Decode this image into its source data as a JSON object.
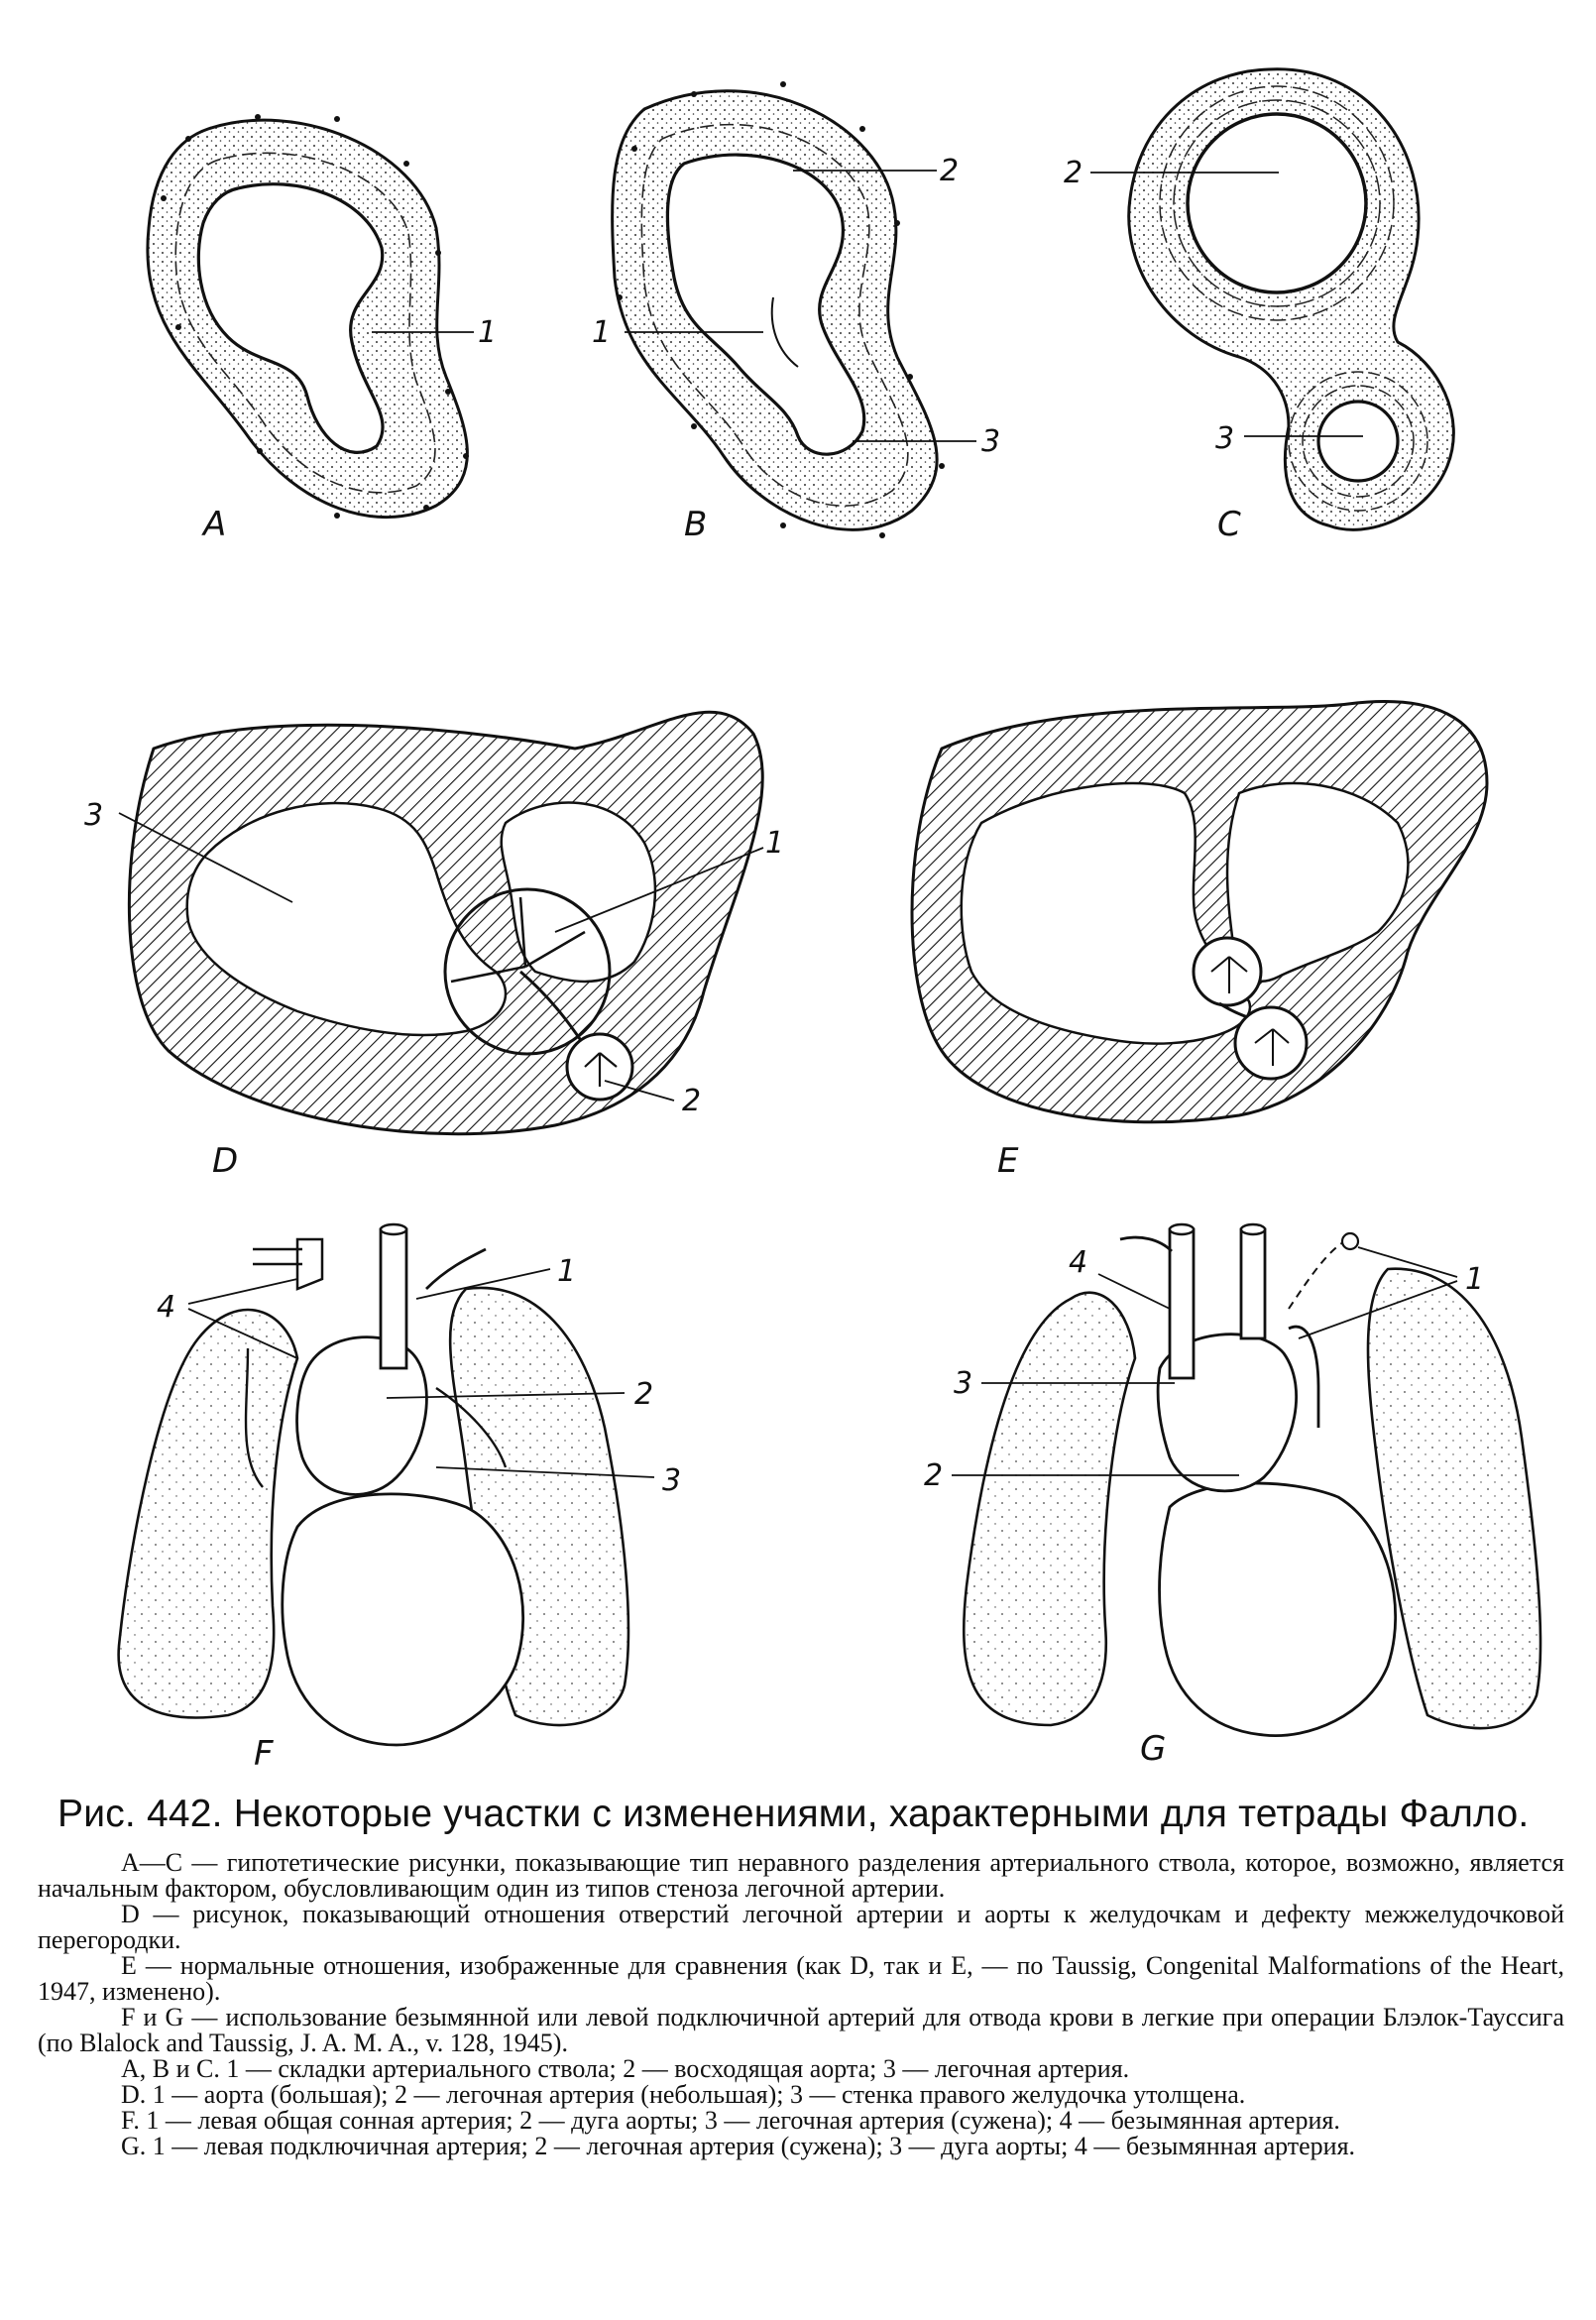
{
  "figure": {
    "panels": {
      "A": "A",
      "B": "B",
      "C": "C",
      "D": "D",
      "E": "E",
      "F": "F",
      "G": "G"
    },
    "labels": {
      "a1": "1",
      "b1": "1",
      "b2": "2",
      "b3": "3",
      "c2": "2",
      "c3": "3",
      "d1": "1",
      "d2": "2",
      "d3": "3",
      "f1": "1",
      "f2": "2",
      "f3": "3",
      "f4": "4",
      "g1": "1",
      "g2": "2",
      "g3": "3",
      "g4": "4"
    }
  },
  "caption": {
    "title": "Рис. 442. Некоторые участки с изменениями, характерными для тетрады Фалло.",
    "paragraphs": [
      "A—C — гипотетические рисунки, показывающие тип неравного разделения артериального ствола, которое, возможно, является начальным фактором, обусловливающим один из типов стеноза легочной артерии.",
      "D — рисунок, показывающий отношения отверстий легочной артерии и аорты к желудочкам и дефекту межжелудочковой перегородки.",
      "E — нормальные отношения, изображенные для сравнения (как D, так и E, — по Taussig, Congenital Malformations of the Heart, 1947, изменено).",
      "F и G — использование безымянной или левой подключичной артерий для отвода крови в легкие при операции Блэлок-Тауссига (по Blalock and Taussig, J. A. M. A., v. 128, 1945).",
      "A, B и C. 1 — складки артериального ствола; 2 — восходящая аорта; 3 — легочная артерия.",
      "D. 1 — аорта (большая); 2 — легочная артерия (небольшая); 3 — стенка правого желудочка утолщена.",
      "F. 1 — левая общая сонная артерия; 2 — дуга аорты; 3 — легочная артерия (сужена); 4 — безымянная артерия.",
      "G. 1 — левая подключичная артерия; 2 — легочная артерия (сужена); 3 — дуга аорты; 4 — безымянная артерия."
    ]
  }
}
